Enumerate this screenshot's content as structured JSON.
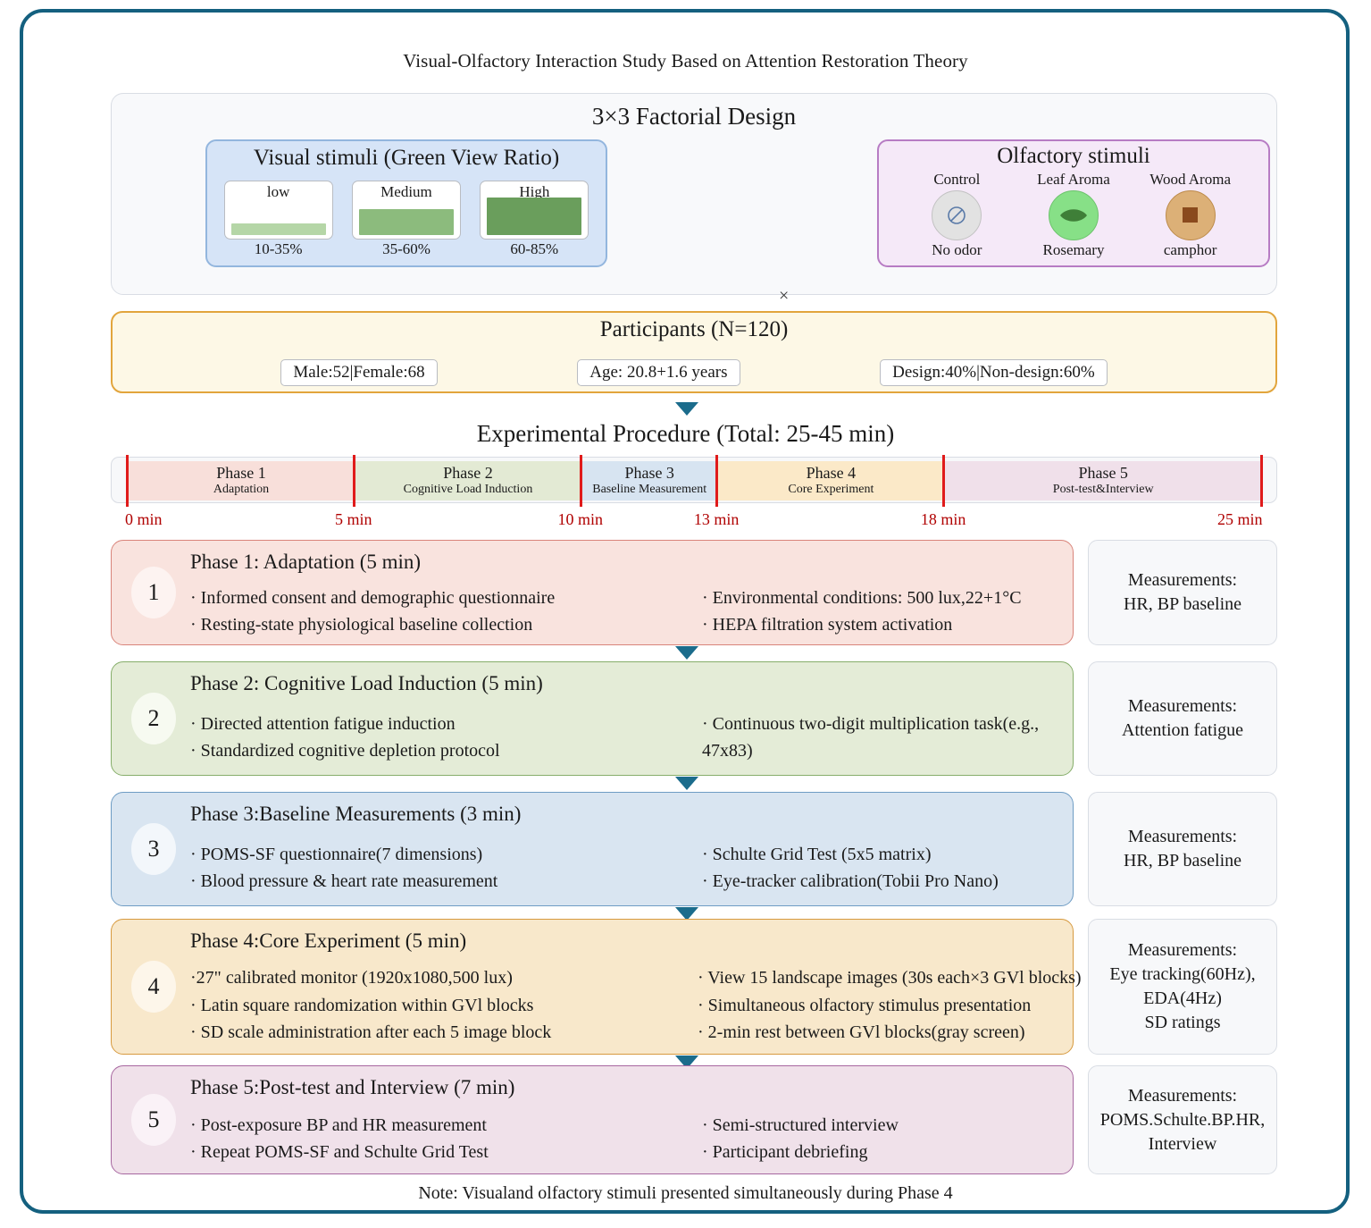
{
  "doc_title": "Visual-Olfactory Interaction Study Based on Attention Restoration Theory",
  "factorial": {
    "title": "3×3 Factorial Design",
    "operator": "×",
    "visual": {
      "title": "Visual stimuli (Green View Ratio)",
      "levels": [
        {
          "label": "low",
          "range": "10-35%",
          "fill_color": "#b5d6a7",
          "fill_height": 13
        },
        {
          "label": "Medium",
          "range": "35-60%",
          "fill_color": "#8cbb7d",
          "fill_height": 29
        },
        {
          "label": "High",
          "range": "60-85%",
          "fill_color": "#6a9e5c",
          "fill_height": 42
        }
      ]
    },
    "olfactory": {
      "title": "Olfactory stimuli",
      "levels": [
        {
          "name": "Control",
          "sub": "No odor",
          "icon": "no-odor-slash-icon",
          "circle_color": "#e2e2e2",
          "border_color": "#c2c2c2"
        },
        {
          "name": "Leaf Aroma",
          "sub": "Rosemary",
          "icon": "leaf-icon",
          "circle_color": "#87e087",
          "border_color": "#6cc36c"
        },
        {
          "name": "Wood Aroma",
          "sub": "camphor",
          "icon": "wood-square-icon",
          "circle_color": "#dcb077",
          "border_color": "#bd8b4b"
        }
      ]
    }
  },
  "participants": {
    "title": "Participants (N=120)",
    "tags": [
      "Male:52|Female:68",
      "Age: 20.8+1.6 years",
      "Design:40%|Non-design:60%"
    ]
  },
  "procedure": {
    "title": "Experimental Procedure (Total: 25-45 min)",
    "timeline": {
      "segments": [
        {
          "name": "Phase 1",
          "sub": "Adaptation",
          "color": "#f8dfda",
          "start": 0,
          "end": 5
        },
        {
          "name": "Phase 2",
          "sub": "Cognitive Load Induction",
          "color": "#e3ead4",
          "start": 5,
          "end": 10
        },
        {
          "name": "Phase 3",
          "sub": "Baseline Measurement",
          "color": "#d7e4f1",
          "start": 10,
          "end": 13
        },
        {
          "name": "Phase 4",
          "sub": "Core Experiment",
          "color": "#fbe9c8",
          "start": 13,
          "end": 18
        },
        {
          "name": "Phase 5",
          "sub": "Post-test&Interview",
          "color": "#f0e0ea",
          "start": 18,
          "end": 25
        }
      ],
      "ticks": [
        "0 min",
        "5 min",
        "10 min",
        "13 min",
        "18 min",
        "25 min"
      ],
      "tick_color": "#e01b1b",
      "label_color": "#b00000"
    },
    "phases": [
      {
        "number": "1",
        "title": "Phase 1: Adaptation (5 min)",
        "bg": "#f9e3de",
        "border": "#d9847a",
        "badge_bg": "#fdf3f1",
        "left_bullets": [
          "· Informed consent and demographic questionnaire",
          "· Resting-state physiological baseline collection"
        ],
        "right_bullets": [
          "· Environmental conditions: 500 lux,22+1°C",
          "· HEPA filtration system activation"
        ],
        "measurements": "Measurements:\nHR, BP baseline"
      },
      {
        "number": "2",
        "title": "Phase 2: Cognitive Load Induction (5 min)",
        "bg": "#e4ecd7",
        "border": "#86ae6a",
        "badge_bg": "#f7faf1",
        "left_bullets": [
          "· Directed attention fatigue induction",
          "· Standardized cognitive depletion protocol"
        ],
        "right_bullets": [
          "· Continuous two-digit multiplication task(e.g., 47x83)"
        ],
        "measurements": "Measurements:\nAttention fatigue"
      },
      {
        "number": "3",
        "title": "Phase 3:Baseline Measurements (3 min)",
        "bg": "#d9e5f1",
        "border": "#6e9cc4",
        "badge_bg": "#f3f7fb",
        "left_bullets": [
          "· POMS-SF questionnaire(7 dimensions)",
          "· Blood pressure & heart rate measurement"
        ],
        "right_bullets": [
          "· Schulte Grid Test (5x5 matrix)",
          "· Eye-tracker calibration(Tobii Pro Nano)"
        ],
        "measurements": "Measurements:\nHR, BP baseline"
      },
      {
        "number": "4",
        "title": "Phase 4:Core Experiment (5 min)",
        "bg": "#f8e8cb",
        "border": "#d79a3f",
        "badge_bg": "#fdf6ea",
        "left_bullets": [
          "·27\" calibrated monitor (1920x1080,500 lux)",
          "· Latin square randomization within GVl blocks",
          "· SD scale administration after each 5 image block"
        ],
        "right_bullets": [
          "· View 15 landscape images (30s each×3 GVl blocks)",
          "· Simultaneous olfactory stimulus presentation",
          "· 2-min rest between GVl blocks(gray screen)"
        ],
        "measurements": "Measurements:\nEye tracking(60Hz),\nEDA(4Hz)\nSD ratings"
      },
      {
        "number": "5",
        "title": "Phase 5:Post-test and Interview (7 min)",
        "bg": "#f0e1ea",
        "border": "#a767a0",
        "badge_bg": "#faf2f7",
        "left_bullets": [
          "· Post-exposure BP and HR measurement",
          "· Repeat POMS-SF and Schulte Grid Test"
        ],
        "right_bullets": [
          "· Semi-structured interview",
          "· Participant debriefing"
        ],
        "measurements": "Measurements:\nPOMS.Schulte.BP.HR,\nInterview"
      }
    ]
  },
  "note": "Note: Visualand olfactory stimuli presented simultaneously during Phase 4",
  "colors": {
    "frame_border": "#14607f",
    "arrow": "#1b6c8c"
  }
}
